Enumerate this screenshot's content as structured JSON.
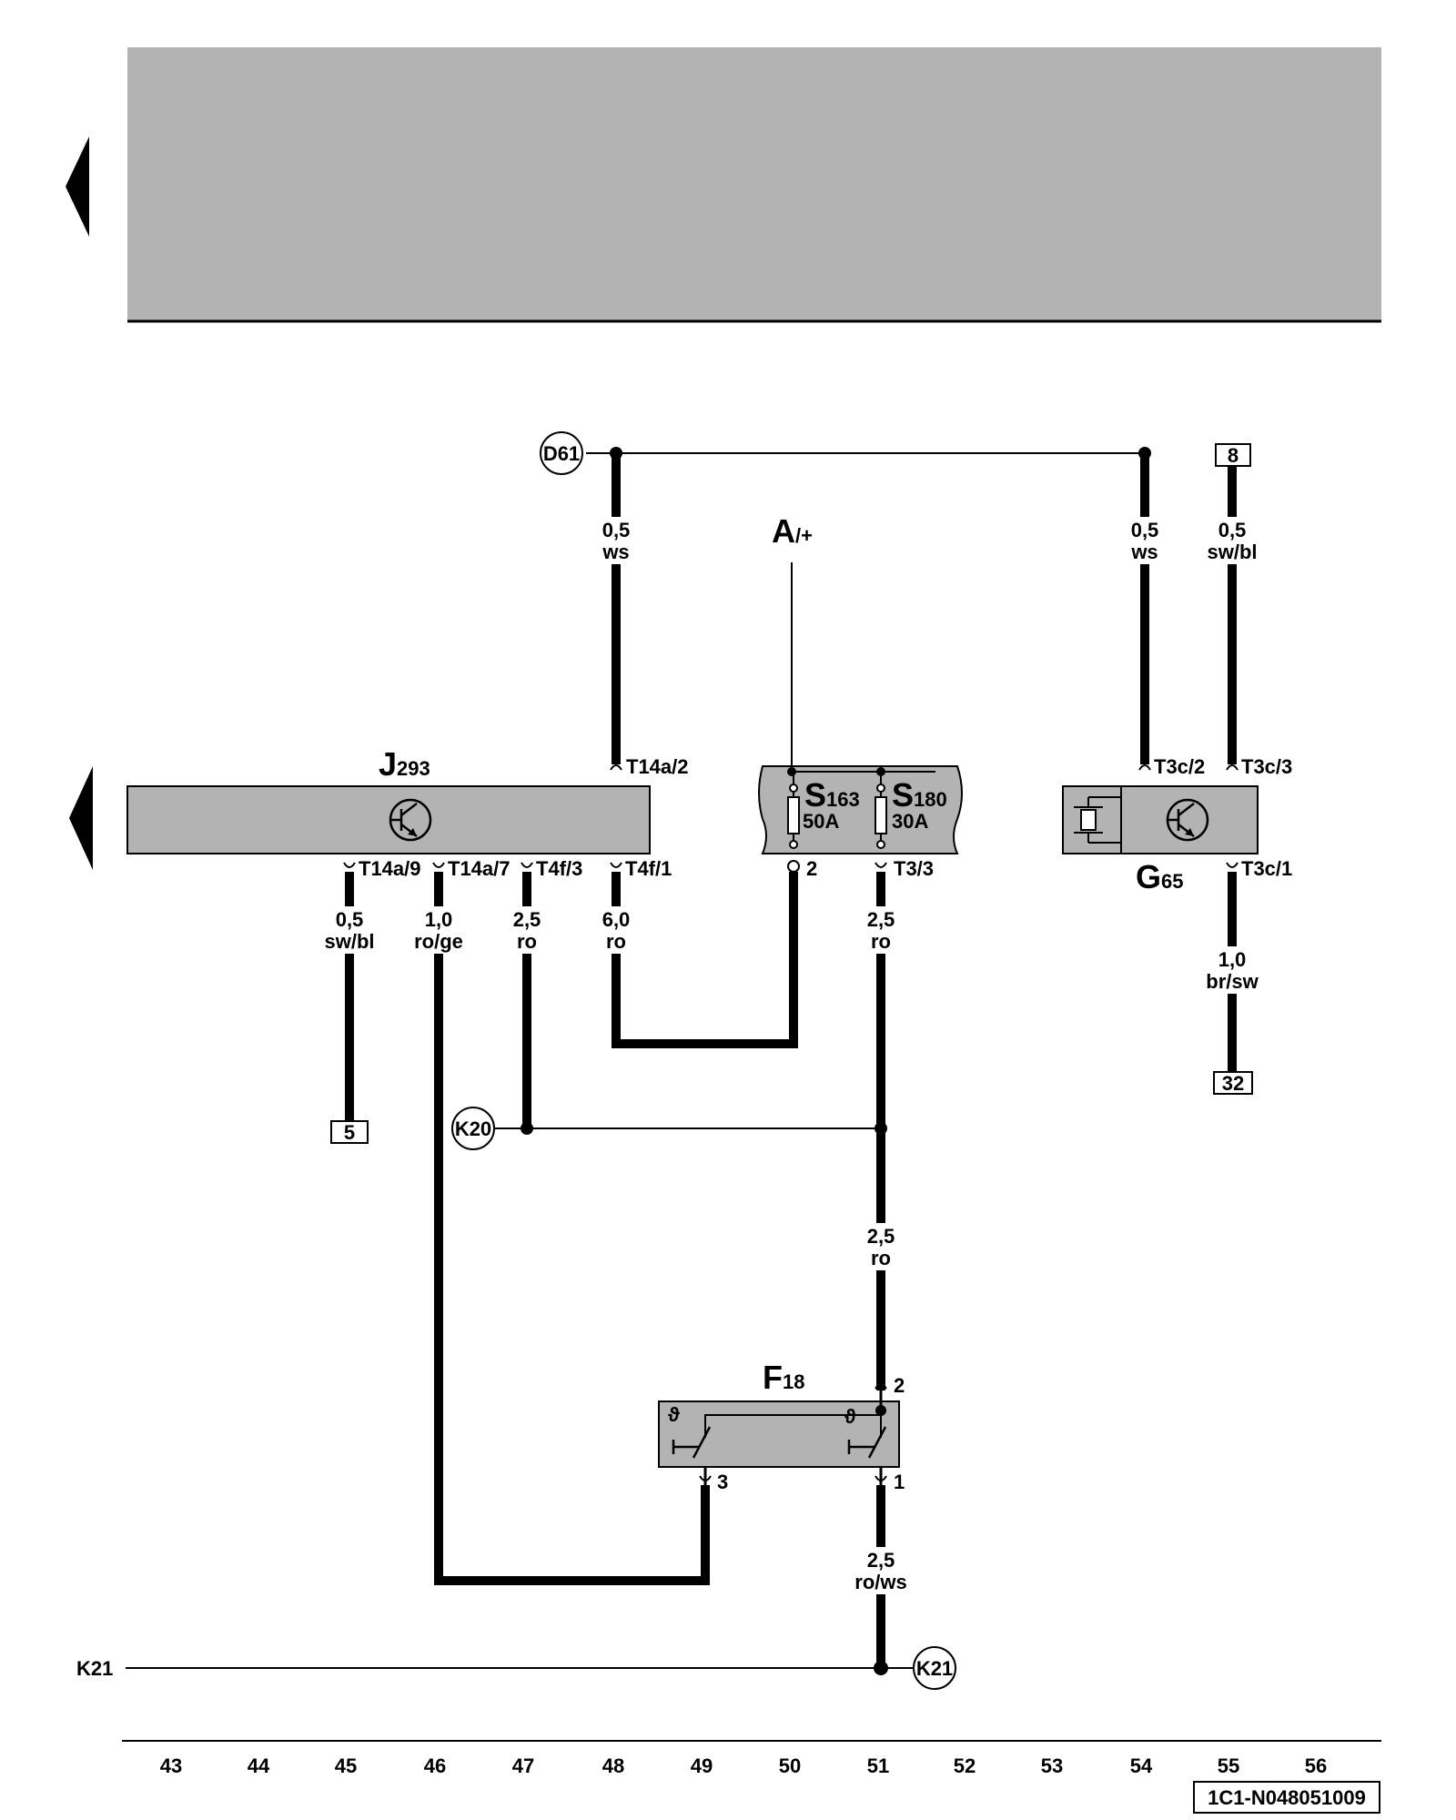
{
  "components": {
    "j293": {
      "name": "J",
      "sub": "293"
    },
    "s163": {
      "name": "S",
      "sub": "163",
      "rating": "50A"
    },
    "s180": {
      "name": "S",
      "sub": "180",
      "rating": "30A"
    },
    "g65": {
      "name": "G",
      "sub": "65"
    },
    "f18": {
      "name": "F",
      "sub": "18"
    },
    "a_plus": {
      "name": "A",
      "sub": "/+"
    }
  },
  "connections": {
    "d61": "D61",
    "k20": "K20",
    "k21": "K21",
    "k21_left": "K21",
    "ref_8": "8",
    "ref_5": "5",
    "ref_32": "32"
  },
  "pins": {
    "t14a_2": "T14a/2",
    "t14a_9": "T14a/9",
    "t14a_7": "T14a/7",
    "t4f_3": "T4f/3",
    "t4f_1": "T4f/1",
    "s163_pin": "2",
    "t3_3": "T3/3",
    "t3c_2": "T3c/2",
    "t3c_3": "T3c/3",
    "t3c_1": "T3c/1",
    "f18_pin2": "2",
    "f18_pin3": "3",
    "f18_pin1": "1"
  },
  "wires": {
    "w_d61_ws": {
      "size": "0,5",
      "color": "ws"
    },
    "w_g65_ws": {
      "size": "0,5",
      "color": "ws"
    },
    "w_g65_swbl": {
      "size": "0,5",
      "color": "sw/bl"
    },
    "w_j_swbl": {
      "size": "0,5",
      "color": "sw/bl"
    },
    "w_j_roge": {
      "size": "1,0",
      "color": "ro/ge"
    },
    "w_j_ro25": {
      "size": "2,5",
      "color": "ro"
    },
    "w_j_ro60": {
      "size": "6,0",
      "color": "ro"
    },
    "w_s180_ro": {
      "size": "2,5",
      "color": "ro"
    },
    "w_mid_ro": {
      "size": "2,5",
      "color": "ro"
    },
    "w_g65_brsw": {
      "size": "1,0",
      "color": "br/sw"
    },
    "w_f18_rows": {
      "size": "2,5",
      "color": "ro/ws"
    }
  },
  "footer": {
    "columns": [
      "43",
      "44",
      "45",
      "46",
      "47",
      "48",
      "49",
      "50",
      "51",
      "52",
      "53",
      "54",
      "55",
      "56"
    ],
    "doc_id": "1C1-N048051009"
  },
  "colors": {
    "header_band": "#b3b3b3",
    "component_fill": "#b3b3b3",
    "wire": "#000000"
  }
}
